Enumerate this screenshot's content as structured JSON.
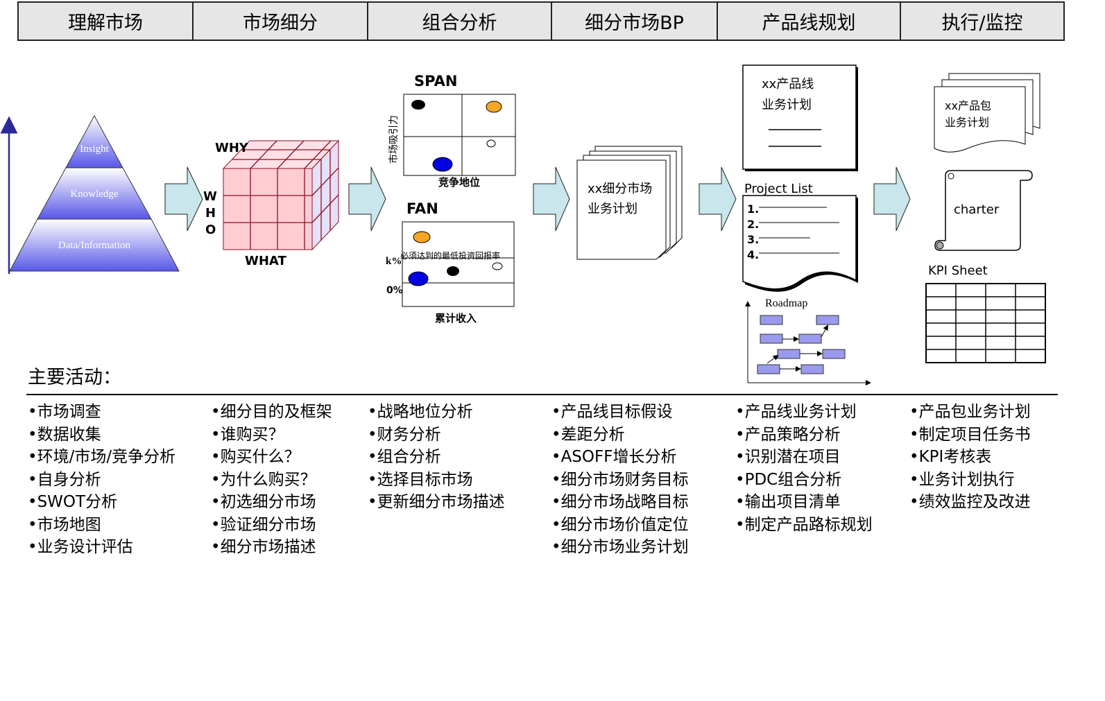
{
  "header": [
    "理解市场",
    "市场细分",
    "组合分析",
    "细分市场BP",
    "产品线规划",
    "执行/监控"
  ],
  "pyramid": {
    "levels": [
      "Insight",
      "Knowledge",
      "Data/Information"
    ]
  },
  "cube": {
    "why": "WHY",
    "who": [
      "W",
      "H",
      "O"
    ],
    "what": "WHAT"
  },
  "span": {
    "title": "SPAN",
    "y_label": "市场吸引力",
    "x_label": "竞争地位"
  },
  "fan": {
    "title": "FAN",
    "hurdle": "必须达到的最低投资回报率",
    "k_label": "k%",
    "zero_label": "0%",
    "x_label": "累计收入"
  },
  "segment_bp": {
    "line1": "xx细分市场",
    "line2": "业务计划"
  },
  "product_line": {
    "line1": "xx产品线",
    "line2": "业务计划"
  },
  "project_list": {
    "title": "Project List",
    "items": [
      "1.",
      "2.",
      "3.",
      "4."
    ]
  },
  "roadmap": {
    "title": "Roadmap"
  },
  "package": {
    "line1": "xx产品包",
    "line2": "业务计划"
  },
  "charter": {
    "label": "charter"
  },
  "kpi": {
    "title": "KPI Sheet"
  },
  "activities": {
    "title": "主要活动：",
    "columns": [
      [
        "市场调查",
        "数据收集",
        "环境/市场/竞争分析",
        "自身分析",
        "SWOT分析",
        "市场地图",
        "业务设计评估"
      ],
      [
        "细分目的及框架",
        "谁购买？",
        "购买什么？",
        "为什么购买？",
        "初选细分市场",
        "验证细分市场",
        "细分市场描述"
      ],
      [
        "战略地位分析",
        "财务分析",
        "组合分析",
        "选择目标市场",
        "更新细分市场描述"
      ],
      [
        "产品线目标假设",
        "差距分析",
        "ASOFF增长分析",
        "细分市场财务目标",
        "细分市场战略目标",
        "细分市场价值定位",
        "细分市场业务计划"
      ],
      [
        "产品线业务计划",
        "产品策略分析",
        "识别潜在项目",
        "PDC组合分析",
        "输出项目清单",
        "制定产品路标规划"
      ],
      [
        "产品包业务计划",
        "制定项目任务书",
        "KPI考核表",
        "业务计划执行",
        "绩效监控及改进"
      ]
    ]
  },
  "colors": {
    "header_bg": "#e6e6e6",
    "arrow": "#c8e6ec",
    "cube": "#ffccd4",
    "cube_side": "#e6e0f8",
    "pyramid": "#6a6ae8",
    "roadmap_box": "#9a9aee",
    "dot_orange": "#f5a623",
    "dot_blue": "#0000e0"
  }
}
